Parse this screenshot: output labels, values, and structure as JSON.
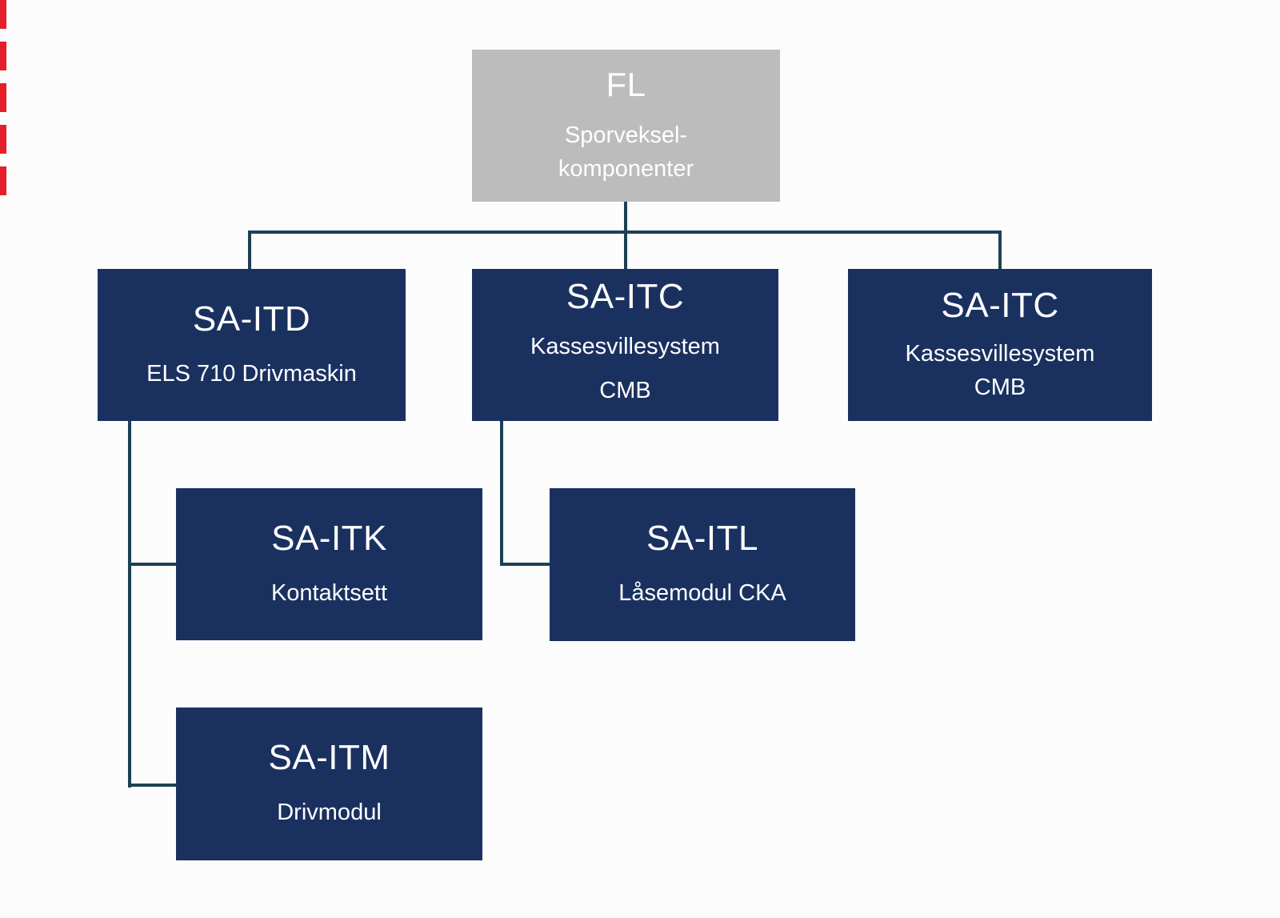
{
  "diagram": {
    "type": "org-hierarchy",
    "nodes": {
      "root": {
        "code": "FL",
        "label_line1": "Sporveksel-",
        "label_line2": "komponenter"
      },
      "sa_itd": {
        "code": "SA-ITD",
        "label_line1": "ELS 710 Drivmaskin"
      },
      "sa_itc_center": {
        "code": "SA-ITC",
        "label_line1": "Kassesvillesystem",
        "label_line2": "CMB"
      },
      "sa_itc_right": {
        "code": "SA-ITC",
        "label_line1": "Kassesvillesystem",
        "label_line2": "CMB"
      },
      "sa_itk": {
        "code": "SA-ITK",
        "label_line1": "Kontaktsett"
      },
      "sa_itl": {
        "code": "SA-ITL",
        "label_line1": "Låsemodul CKA"
      },
      "sa_itm": {
        "code": "SA-ITM",
        "label_line1": "Drivmodul"
      }
    },
    "colors": {
      "root_fill": "#bcbcbc",
      "node_fill": "#1a3160",
      "connector": "#1d4054",
      "text": "#ffffff",
      "edge_marker_red": "#e51e29"
    }
  }
}
